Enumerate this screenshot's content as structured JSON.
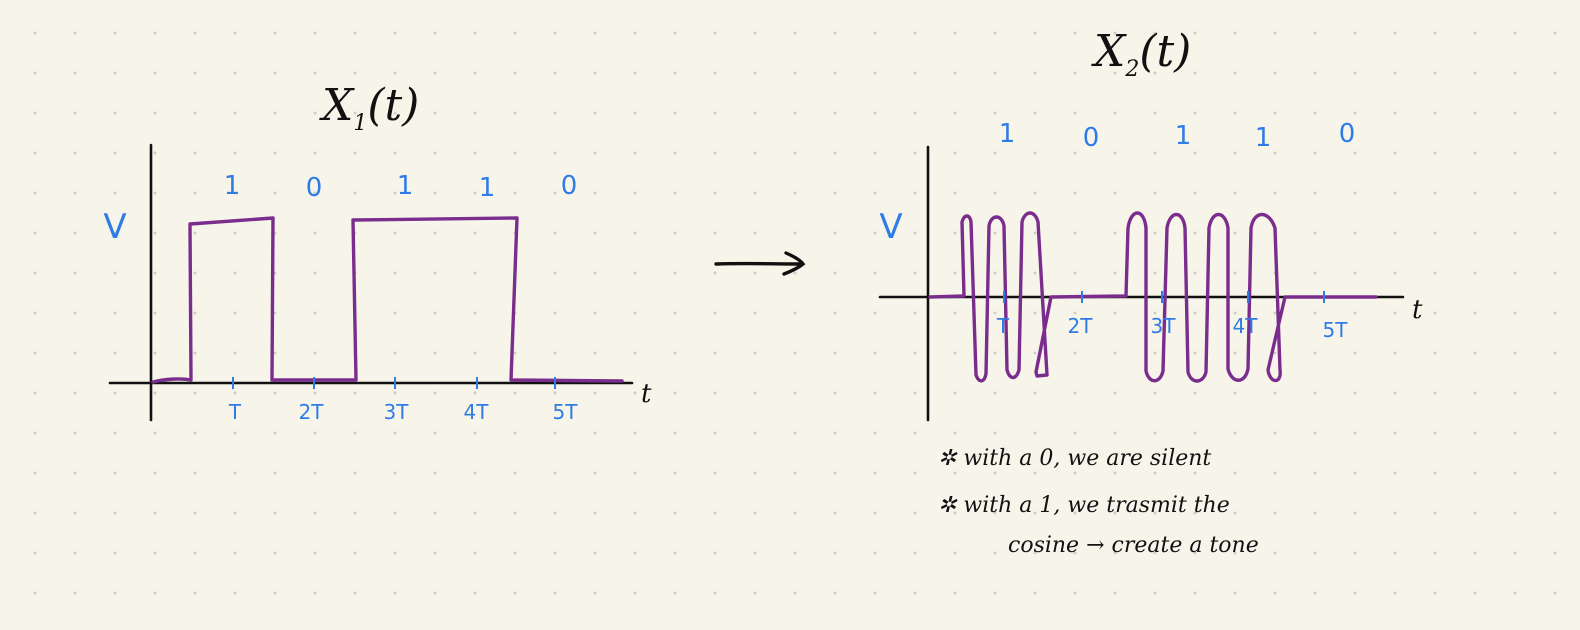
{
  "left_plot": {
    "title_main": "X",
    "title_sub": "1",
    "title_arg": "(t)",
    "y_label": "V",
    "x_label": "t",
    "bits": [
      "1",
      "0",
      "1",
      "1",
      "0"
    ],
    "ticks": [
      "T",
      "2T",
      "3T",
      "4T",
      "5T"
    ]
  },
  "right_plot": {
    "title_main": "X",
    "title_sub": "2",
    "title_arg": "(t)",
    "y_label": "V",
    "x_label": "t",
    "bits": [
      "1",
      "0",
      "1",
      "1",
      "0"
    ],
    "ticks": [
      "T",
      "2T",
      "3T",
      "4T",
      "5T"
    ]
  },
  "notes": [
    "✲ with a 0, we are silent",
    "✲ with a 1, we trasmit the",
    "cosine → create a tone"
  ],
  "colors": {
    "signal": "#7b2d8e",
    "annotation": "#2f7ce6",
    "ink": "#111111",
    "paper": "#f7f5ea"
  }
}
